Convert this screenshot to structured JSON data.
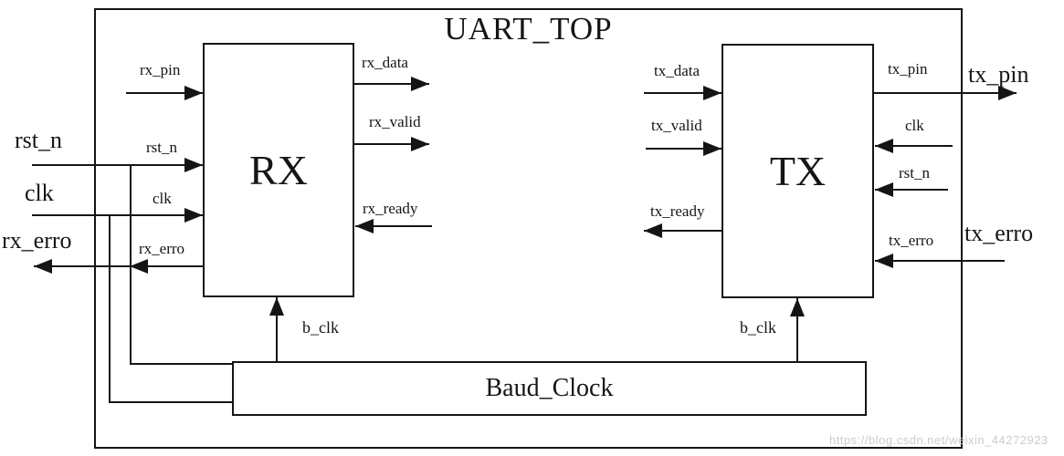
{
  "title": "UART_TOP",
  "watermark": "https://blog.csdn.net/weixin_44272923",
  "colors": {
    "line": "#151515",
    "watermark": "#cccccc"
  },
  "external_ports": {
    "rst_n": "rst_n",
    "clk": "clk",
    "rx_erro": "rx_erro",
    "tx_pin": "tx_pin",
    "tx_erro": "tx_erro"
  },
  "rx_block": {
    "label": "RX",
    "pins": {
      "rx_pin": "rx_pin",
      "rst_n": "rst_n",
      "clk": "clk",
      "rx_erro": "rx_erro",
      "rx_data": "rx_data",
      "rx_valid": "rx_valid",
      "rx_ready": "rx_ready",
      "b_clk": "b_clk"
    }
  },
  "tx_block": {
    "label": "TX",
    "pins": {
      "tx_data": "tx_data",
      "tx_valid": "tx_valid",
      "tx_ready": "tx_ready",
      "tx_pin": "tx_pin",
      "clk": "clk",
      "rst_n": "rst_n",
      "tx_erro": "tx_erro",
      "b_clk": "b_clk"
    }
  },
  "baud_block": {
    "label": "Baud_Clock"
  }
}
